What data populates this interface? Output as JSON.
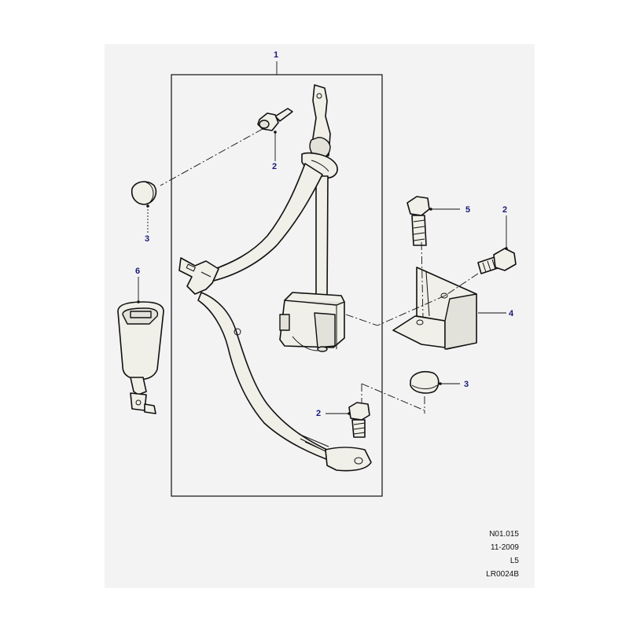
{
  "callouts": {
    "c1": "1",
    "c2_top": "2",
    "c2_right": "2",
    "c2_bottom": "2",
    "c3_left": "3",
    "c3_right": "3",
    "c4": "4",
    "c5": "5",
    "c6": "6"
  },
  "footer": {
    "line1": "N01.015",
    "line2": "11-2009",
    "line3": "L5",
    "line4": "LR0024B"
  },
  "colors": {
    "background": "#f3f3f3",
    "callout_text": "#1a1a7a",
    "line": "#111111"
  },
  "icons": [
    "seat-belt-assembly",
    "bolt",
    "cap",
    "mounting-bracket",
    "buckle"
  ]
}
